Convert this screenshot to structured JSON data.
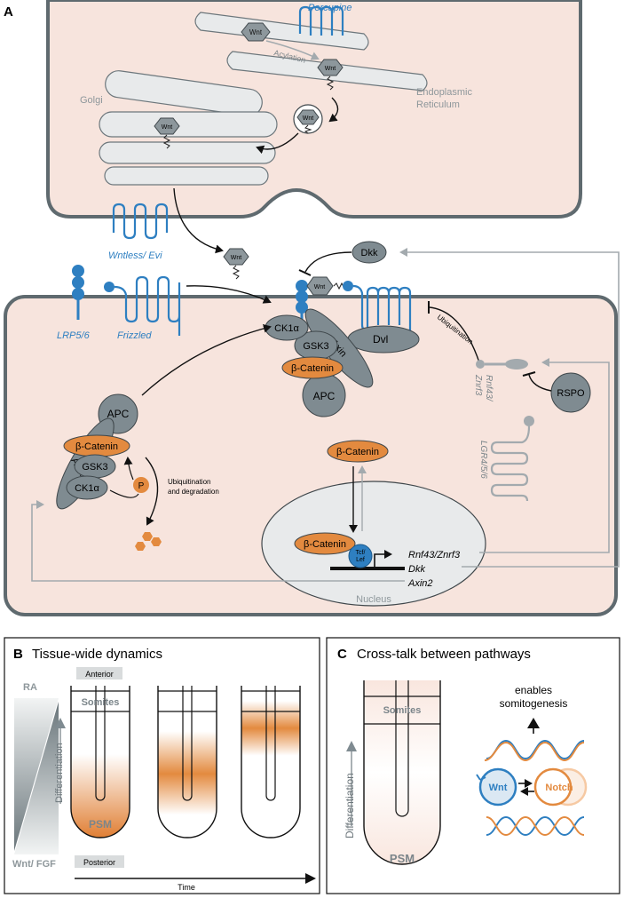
{
  "panel_a": {
    "letter": "A",
    "secreting_cell": {
      "porcupine": "Porcupine",
      "acylation": "Acylation",
      "er_line1": "Endoplasmic",
      "er_line2": "Reticulum",
      "golgi": "Golgi",
      "wnt": "Wnt",
      "wntless": "Wntless/ Evi"
    },
    "receiving_cell": {
      "lrp": "LRP5/6",
      "frizzled": "Frizzled",
      "dkk_ligand": "Dkk",
      "wnt": "Wnt",
      "ck1a": "CK1α",
      "gsk3": "GSK3",
      "axin": "Axin",
      "bcat": "β-Catenin",
      "apc": "APC",
      "dvl": "Dvl",
      "ubiquitination": "Ubiquitination",
      "rnf43": "Rnf43/",
      "znrf3": "Znrf3",
      "rspo": "RSPO",
      "lgr": "LGR4/5/6",
      "destruction": {
        "apc": "APC",
        "axin": "Axin",
        "bcat": "β-Catenin",
        "gsk3": "GSK3",
        "ck1a": "CK1α",
        "p": "P",
        "ubi_line1": "Ubiquitination",
        "ubi_line2": "and degradation"
      },
      "cyto_bcat": "β-Catenin",
      "nucleus": {
        "label": "Nucleus",
        "bcat": "β-Catenin",
        "tcf_line1": "Tcf/",
        "tcf_line2": "Lef",
        "targets": [
          "Rnf43/Znrf3",
          "Dkk",
          "Axin2"
        ]
      }
    }
  },
  "panel_b": {
    "letter": "B",
    "title": "Tissue-wide dynamics",
    "ra": "RA",
    "wnt_fgf": "Wnt/ FGF",
    "differentiation": "Differentiation",
    "anterior": "Anterior",
    "somites": "Somites",
    "psm": "PSM",
    "posterior": "Posterior",
    "time": "Time"
  },
  "panel_c": {
    "letter": "C",
    "title": "Cross-talk between pathways",
    "somites": "Somites",
    "psm": "PSM",
    "differentiation": "Differentiation",
    "enables_line1": "enables",
    "enables_line2": "somitogenesis",
    "wnt": "Wnt",
    "notch": "Notch"
  },
  "colors": {
    "cell_fill": "#f7e4dd",
    "cell_border": "#5f6a6f",
    "blue": "#2e7fc1",
    "orange": "#e38a3f",
    "protein_gray": "#7f8b91",
    "arrow_gray": "#a3aaae"
  }
}
